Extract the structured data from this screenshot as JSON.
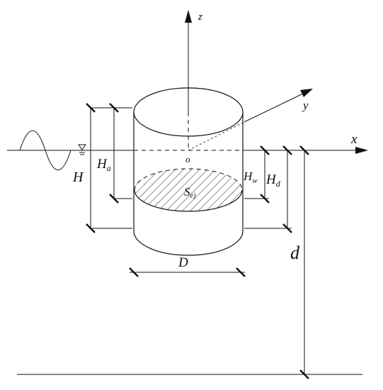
{
  "diagram": {
    "labels": {
      "z_axis": "z",
      "x_axis": "x",
      "y_axis": "y",
      "origin": "o",
      "H": "H",
      "Ha_main": "H",
      "Ha_sub": "a",
      "Hw_main": "H",
      "Hw_sub": "w",
      "Hd_main": "H",
      "Hd_sub": "d",
      "S_main": "S",
      "S_sub": "e)",
      "D": "D",
      "d": "d"
    },
    "symbols": {
      "water_level": "triangle-down-water-level-icon",
      "wave": "sine-wave-icon"
    }
  }
}
